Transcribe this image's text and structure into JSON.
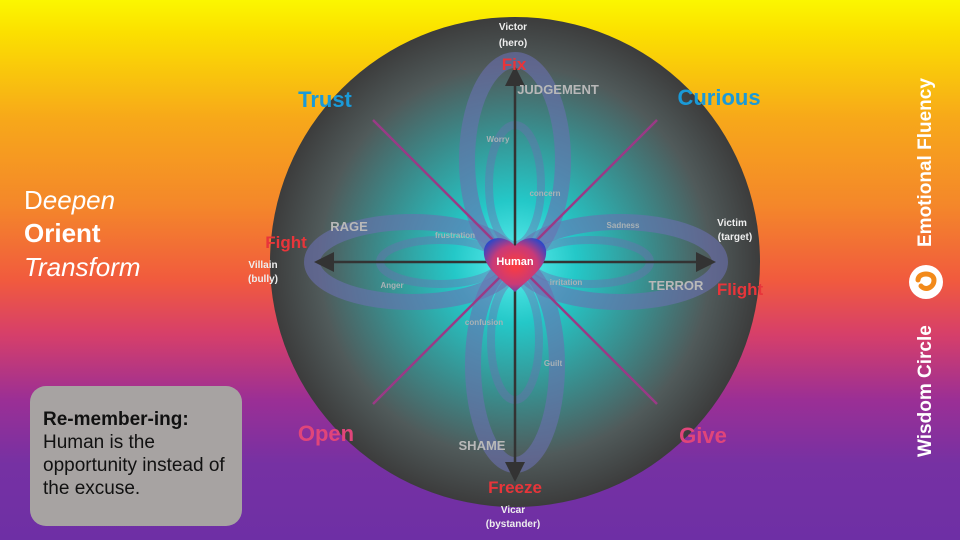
{
  "left_words": [
    {
      "initial": "D",
      "rest": "eepen"
    },
    {
      "initial": "O",
      "rest": "rient"
    },
    {
      "initial": "T",
      "rest": "ransform"
    }
  ],
  "callout": {
    "title": "Re-member-ing:",
    "body": "Human is the opportunity instead of the excuse."
  },
  "sidebar": {
    "brand": "Wisdom Circle",
    "title": "Emotional Fluency"
  },
  "diagram": {
    "center": "Human",
    "corners": {
      "top_left": "Trust",
      "top_right": "Curious",
      "bottom_left": "Open",
      "bottom_right": "Give"
    },
    "responses": {
      "top": "Fix",
      "left": "Fight",
      "right": "Flight",
      "bottom": "Freeze"
    },
    "roles": {
      "top": [
        "Victor",
        "(hero)"
      ],
      "left": [
        "Villain",
        "(bully)"
      ],
      "right": [
        "Victim",
        "(target)"
      ],
      "bottom": [
        "Vicar",
        "(bystander)"
      ]
    },
    "emotions": {
      "top": "JUDGEMENT",
      "left": "RAGE",
      "right": "TERROR",
      "bottom": "SHAME"
    },
    "feelings": [
      "Worry",
      "concern",
      "frustration",
      "Anger",
      "Sadness",
      "irritation",
      "confusion",
      "Guilt"
    ],
    "colors": {
      "corner_top": "#1a9ad8",
      "corner_bottom": "#e0457a",
      "response": "#e8353a",
      "axis": "#9a3a86",
      "sphere_edge": "#3a3a3a",
      "sphere_glow": "#33d7d7"
    }
  }
}
